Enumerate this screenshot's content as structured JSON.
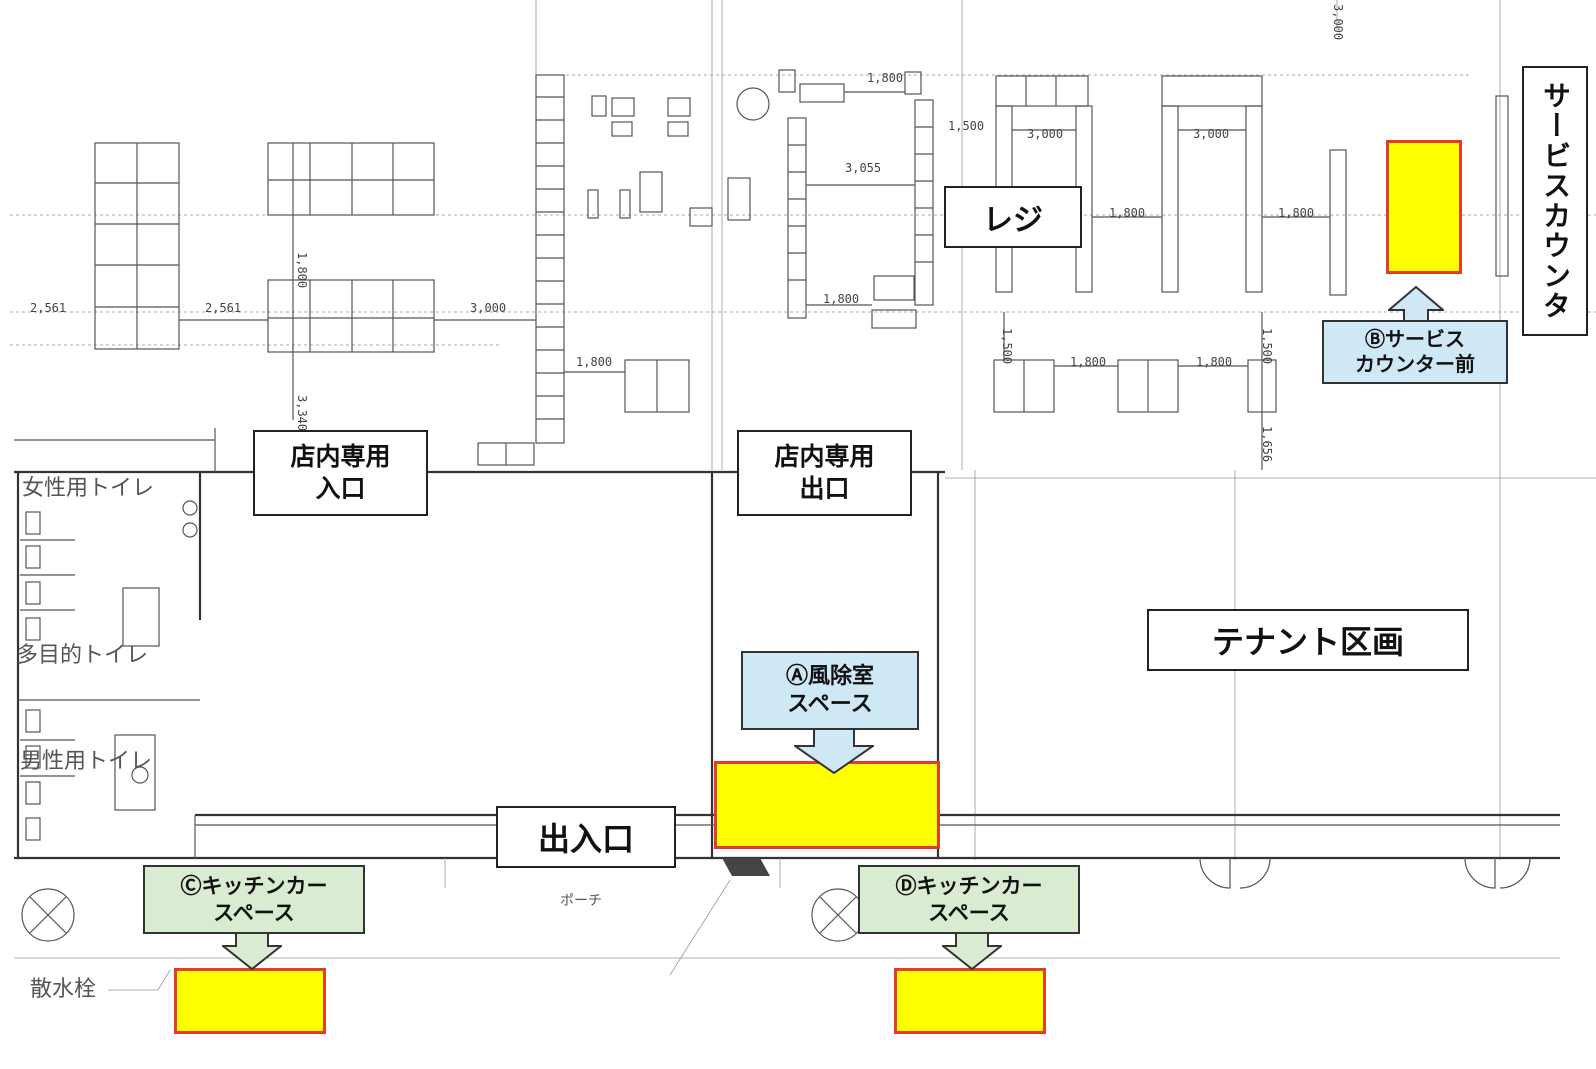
{
  "labels": {
    "register": "レジ",
    "in_store_entrance": "店内専用\n入口",
    "in_store_exit": "店内専用\n出口",
    "tenant": "テナント区画",
    "main_entrance": "出入口",
    "service_counter": "サービスカウンタ"
  },
  "callouts": {
    "a": "Ⓐ風除室\nスペース",
    "b": "Ⓑサービス\nカウンター前",
    "c": "Ⓒキッチンカー\nスペース",
    "d": "Ⓓキッチンカー\nスペース"
  },
  "floorplan": {
    "womens_toilet": "女性用トイレ",
    "multi_toilet": "多目的トイレ",
    "mens_toilet": "男性用トイレ",
    "porch": "ポーチ",
    "sprinkler": "散水栓",
    "dims": {
      "d2561": "2,561",
      "d3000": "3,000",
      "d1800": "1,800",
      "d3340": "3,340",
      "d3055": "3,055",
      "d1500": "1,500",
      "d1656": "1,656"
    }
  },
  "colors": {
    "zone_fill": "#ffff00",
    "zone_border": "#e53b2c",
    "callout_blue": "#cfe8f6",
    "callout_green": "#d9ecd2"
  }
}
